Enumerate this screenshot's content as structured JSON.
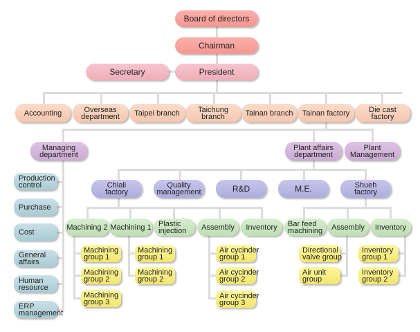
{
  "title": "Organization chart",
  "colors": {
    "executive": "#f7a39e",
    "president": "#f2b8c2",
    "division": "#f8d0bc",
    "department": "#d4b7db",
    "unit": "#bbb9e4",
    "admin_section": "#b9d5dc",
    "workshop": "#cbe7c0",
    "group": "#f8ee86",
    "connector": "#dcdcdc"
  },
  "executive": {
    "board": "Board of directors",
    "chairman": "Chairman",
    "president": "President",
    "secretary": "Secretary"
  },
  "divisions": [
    "Accounting",
    "Overseas\ndepartment",
    "Taipei branch",
    "Taichung\nbranch",
    "Tainan branch",
    "Tainan factory",
    "Die cast\nfactory"
  ],
  "managing": {
    "label": "Managing\ndepartment",
    "sections": [
      "Production\ncontrol",
      "Purchase",
      "Cost",
      "General\naffairs",
      "Human\nresource",
      "ERP\nmanagement"
    ]
  },
  "plant_affairs": "Plant affairs\ndepartment",
  "plant_management": "Plant\nManagement",
  "units": [
    "Chiali\nfactory",
    "Quality\nmanagement",
    "R&D",
    "M.E.",
    "Shueh\nfactory"
  ],
  "chiali_workshops": [
    "Machining 2",
    "Machining 1",
    "Plastic\ninjection",
    "Assembly",
    "Inventory"
  ],
  "shueh_workshops": [
    "Bar feed\nmachining",
    "Assembly",
    "Inventory"
  ],
  "groups": {
    "machining2": [
      "Machining\ngroup 1",
      "Machining\ngroup 2",
      "Machining\ngroup 3"
    ],
    "machining1": [
      "Machining\ngroup 1",
      "Machining\ngroup 2"
    ],
    "assembly_chiali": [
      "Air cycinder\ngroup 1",
      "Air cycinder\ngroup 2",
      "Air cycinder\ngroup 3"
    ],
    "assembly_shueh": [
      "Directional\nvalve group",
      "Air unit\ngroup"
    ],
    "inventory_shueh": [
      "Inventory\ngroup 1",
      "Inventory\ngroup 2"
    ]
  }
}
